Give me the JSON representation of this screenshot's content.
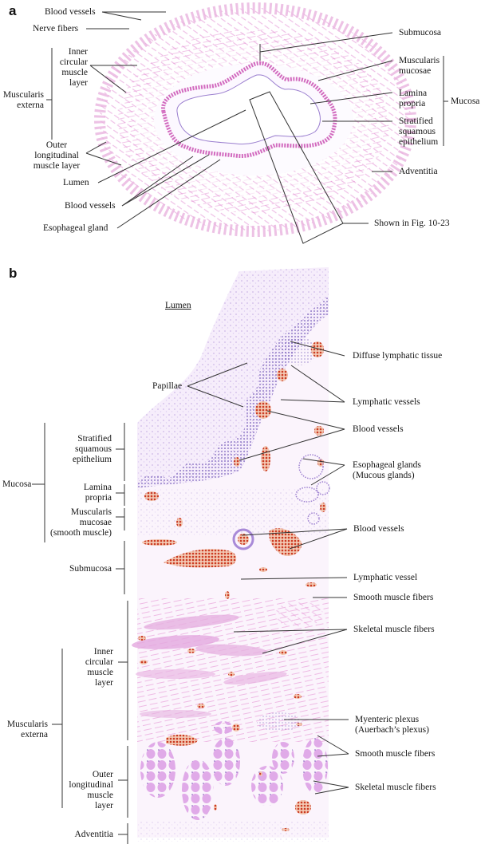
{
  "panels": {
    "a": "a",
    "b": "b"
  },
  "panel_a": {
    "labels_left": {
      "blood_vessels_top": "Blood vessels",
      "nerve_fibers": "Nerve fibers",
      "inner_circular": [
        "Inner",
        "circular",
        "muscle",
        "layer"
      ],
      "muscularis_externa": [
        "Muscularis",
        "externa"
      ],
      "outer_longitudinal": [
        "Outer",
        "longitudinal",
        "muscle layer"
      ],
      "lumen": "Lumen",
      "blood_vessels_bottom": "Blood vessels",
      "esophageal_gland": "Esophageal gland"
    },
    "labels_right": {
      "submucosa": "Submucosa",
      "muscularis_mucosae": [
        "Muscularis",
        "mucosae"
      ],
      "lamina_propria": [
        "Lamina",
        "propria"
      ],
      "mucosa": "Mucosa",
      "stratified_epithelium": [
        "Stratified",
        "squamous",
        "epithelium"
      ],
      "adventitia": "Adventitia",
      "shown_in": "Shown in Fig. 10-23"
    }
  },
  "panel_b": {
    "lumen": "Lumen",
    "left": {
      "mucosa": "Mucosa",
      "stratified_epithelium": [
        "Stratified",
        "squamous",
        "epithelium"
      ],
      "lamina_propria": [
        "Lamina",
        "propria"
      ],
      "muscularis_mucosae": [
        "Muscularis",
        "mucosae",
        "(smooth muscle)"
      ],
      "submucosa": "Submucosa",
      "muscularis_externa": [
        "Muscularis",
        "externa"
      ],
      "inner_circular": [
        "Inner",
        "circular",
        "muscle",
        "layer"
      ],
      "outer_longitudinal": [
        "Outer",
        "longitudinal",
        "muscle",
        "layer"
      ],
      "adventitia": "Adventitia"
    },
    "papillae": "Papillae",
    "right": {
      "diffuse_lymphatic": "Diffuse lymphatic tissue",
      "lymphatic_vessels": "Lymphatic vessels",
      "blood_vessels_1": "Blood vessels",
      "esophageal_glands": [
        "Esophageal glands",
        "(Mucous glands)"
      ],
      "blood_vessels_2": "Blood vessels",
      "lymphatic_vessel": "Lymphatic vessel",
      "smooth_muscle_1": "Smooth muscle fibers",
      "skeletal_muscle_1": "Skeletal muscle fibers",
      "myenteric": [
        "Myenteric plexus",
        "(Auerbach’s plexus)"
      ],
      "smooth_muscle_2": "Smooth muscle fibers",
      "skeletal_muscle_2": "Skeletal muscle fibers"
    }
  },
  "colors": {
    "muscle_pink": "#e6a9dc",
    "epithelium_purple": "#a58bd6",
    "blood_red": "#d2452e",
    "leader_line": "#333333"
  }
}
